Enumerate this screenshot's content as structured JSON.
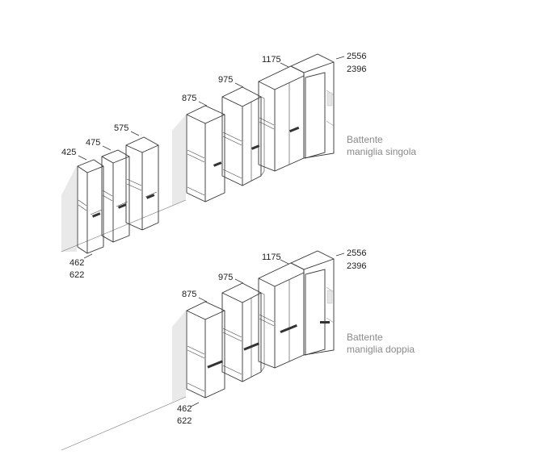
{
  "diagrams": [
    {
      "depth_top": "2556",
      "depth_bottom": "2396",
      "widths": [
        "425",
        "475",
        "575",
        "875",
        "975",
        "1175"
      ],
      "heights": [
        "462",
        "622"
      ],
      "caption_line1": "Battente",
      "caption_line2": "maniglia singola"
    },
    {
      "depth_top": "2556",
      "depth_bottom": "2396",
      "widths": [
        "875",
        "975",
        "1175"
      ],
      "heights": [
        "462",
        "622"
      ],
      "caption_line1": "Battente",
      "caption_line2": "maniglia doppia"
    }
  ]
}
